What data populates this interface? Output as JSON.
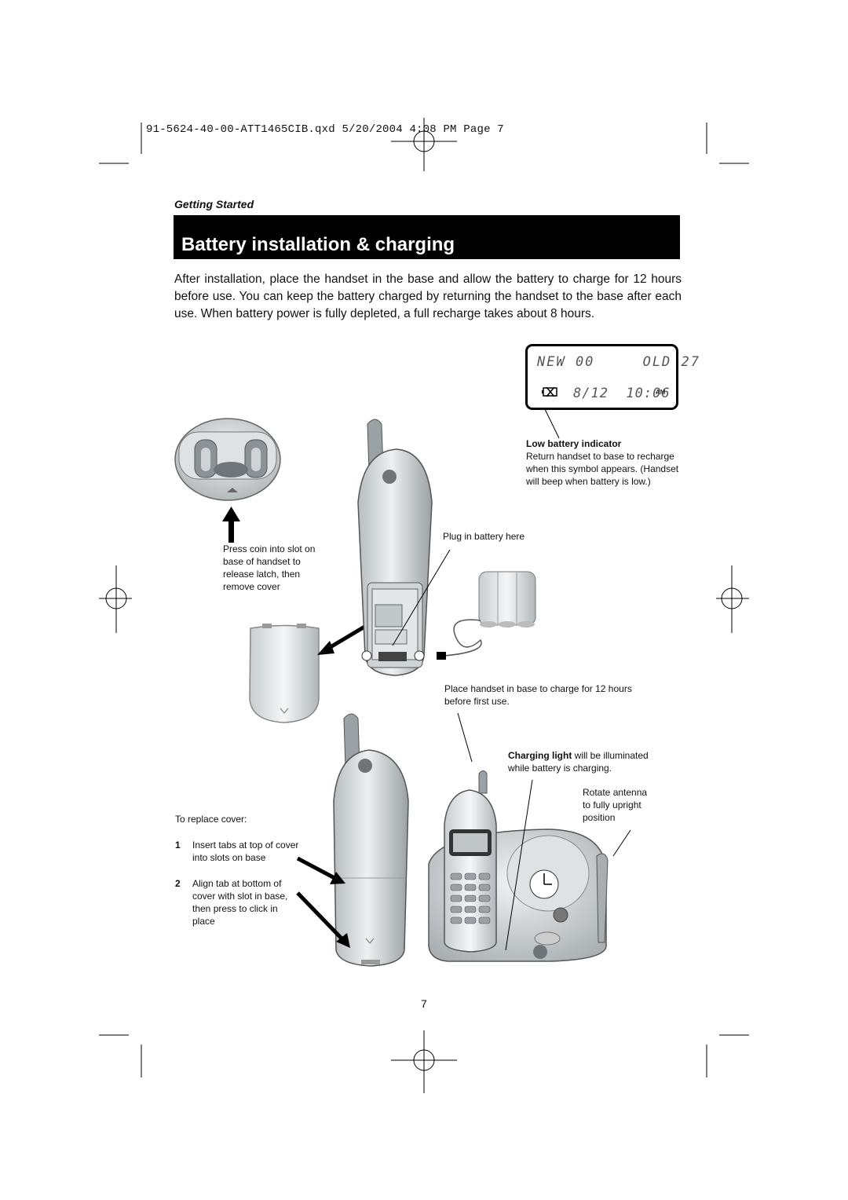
{
  "slug": "91-5624-40-00-ATT1465CIB.qxd  5/20/2004  4:08 PM  Page 7",
  "section_label": "Getting Started",
  "title": "Battery installation & charging",
  "intro": "After installation, place the handset in the base and allow the battery to charge for 12 hours before use. You can keep the battery charged by returning the handset to the base after each use. When battery power is fully depleted, a full recharge takes about 8 hours.",
  "lcd": {
    "line1": "NEW 00     OLD 27",
    "line2": "8/12  10:06",
    "ampm": "AM",
    "battery_icon": "low-battery-icon"
  },
  "low_battery": {
    "heading": "Low battery indicator",
    "text": "Return handset to base to recharge when this symbol appears. (Handset will beep when battery is low.)"
  },
  "plug_label": "Plug in battery here",
  "press_coin": "Press coin into slot on base of handset to release latch, then remove cover",
  "place_handset": "Place handset in base to charge for 12 hours before first use.",
  "charging_light": {
    "bold": "Charging light",
    "rest": " will be illuminated while battery is charging."
  },
  "rotate_antenna": "Rotate antenna to fully upright position",
  "replace_cover": {
    "heading": "To replace cover:",
    "steps": [
      {
        "num": "1",
        "text": "Insert tabs at top of cover into slots on base"
      },
      {
        "num": "2",
        "text": "Align tab at bottom of cover with slot in base, then press to click in place"
      }
    ]
  },
  "page_number": "7",
  "colors": {
    "title_bar": "#000000",
    "device_gray": "#d4d8da",
    "device_dark": "#7d8487"
  }
}
